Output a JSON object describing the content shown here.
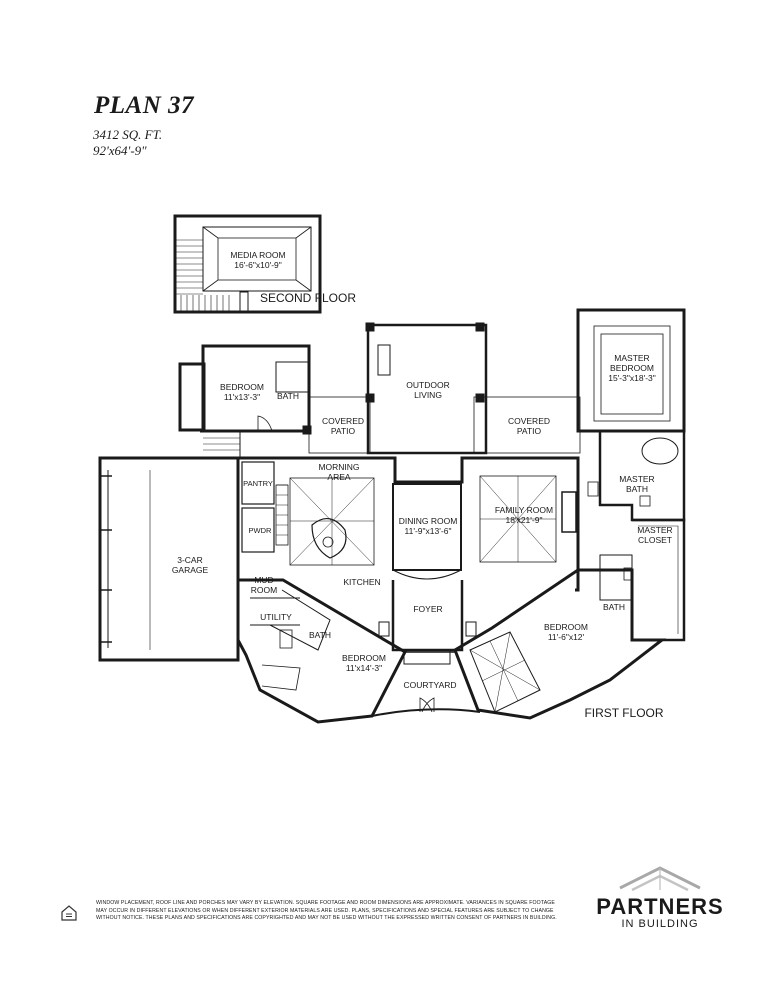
{
  "plan": {
    "title": "PLAN 37",
    "sqft": "3412 SQ. FT.",
    "dimensions": "92'x64'-9\""
  },
  "floors": {
    "second": "SECOND FLOOR",
    "first": "FIRST FLOOR"
  },
  "rooms": {
    "media_room": {
      "name": "MEDIA ROOM",
      "size": "16'-6\"x10'-9\""
    },
    "bedroom_upper_left": {
      "name": "BEDROOM",
      "size": "11'x13'-3\""
    },
    "bath_upper_left": "BATH",
    "covered_patio_left": {
      "line1": "COVERED",
      "line2": "PATIO"
    },
    "outdoor_living": {
      "line1": "OUTDOOR",
      "line2": "LIVING"
    },
    "covered_patio_right": {
      "line1": "COVERED",
      "line2": "PATIO"
    },
    "master_bedroom": {
      "line1": "MASTER",
      "line2": "BEDROOM",
      "size": "15'-3\"x18'-3\""
    },
    "master_bath": {
      "line1": "MASTER",
      "line2": "BATH"
    },
    "master_closet": {
      "line1": "MASTER",
      "line2": "CLOSET"
    },
    "pantry": "PANTRY",
    "morning_area": {
      "line1": "MORNING",
      "line2": "AREA"
    },
    "pwdr": "PWDR",
    "dining_room": {
      "name": "DINING ROOM",
      "size": "11'-9\"x13'-6\""
    },
    "family_room": {
      "name": "FAMILY ROOM",
      "size": "18'x21'-9\""
    },
    "garage": {
      "line1": "3-CAR",
      "line2": "GARAGE"
    },
    "mud_room": {
      "line1": "MUD",
      "line2": "ROOM"
    },
    "kitchen": "KITCHEN",
    "utility": "UTILITY",
    "bath_center": "BATH",
    "foyer": "FOYER",
    "bedroom_right": {
      "name": "BEDROOM",
      "size": "11'-6\"x12'"
    },
    "bath_right": "BATH",
    "bedroom_lower_left": {
      "name": "BEDROOM",
      "size": "11'x14'-3\""
    },
    "courtyard": "COURTYARD"
  },
  "disclaimer": "Window placement, roof line and porches may vary by elevation. Square footage and room dimensions are approximate. Variances in square footage may occur in different elevations or when different exterior materials are used. Plans, specifications and special features are subject to change without notice. These plans and specifications are copyrighted and may not be used without the expressed written consent of Partners in Building.",
  "brand": {
    "name": "PARTNERS",
    "tagline": "IN BUILDING"
  }
}
